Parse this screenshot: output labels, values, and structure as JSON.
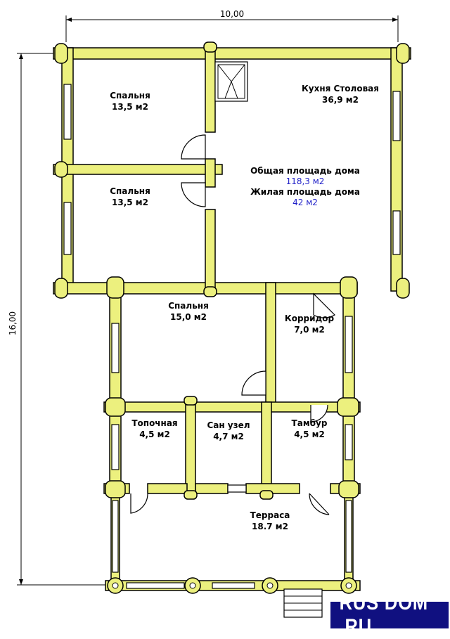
{
  "dimensions": {
    "width_label": "10,00",
    "height_label": "16,00"
  },
  "rooms": [
    {
      "id": "bedroom-1",
      "name": "Спальня",
      "area": "13,5 м2"
    },
    {
      "id": "bedroom-2",
      "name": "Спальня",
      "area": "13,5 м2"
    },
    {
      "id": "kitchen",
      "name": "Кухня Столовая",
      "area": "36,9 м2"
    },
    {
      "id": "bedroom-3",
      "name": "Спальня",
      "area": "15,0 м2"
    },
    {
      "id": "corridor",
      "name": "Корридор",
      "area": "7,0 м2"
    },
    {
      "id": "furnace",
      "name": "Топочная",
      "area": "4,5 м2"
    },
    {
      "id": "bathroom",
      "name": "Сан узел",
      "area": "4,7 м2"
    },
    {
      "id": "vestibule",
      "name": "Тамбур",
      "area": "4,5 м2"
    },
    {
      "id": "terrace",
      "name": "Терраса",
      "area": "18.7 м2"
    }
  ],
  "totals": {
    "total_label": "Общая площадь дома",
    "total_value": "118,3 м2",
    "living_label": "Жилая площадь дома",
    "living_value": "42 м2"
  },
  "logo": {
    "text": "RUS DOM .RU"
  },
  "colors": {
    "wall": "#ecf07e",
    "logo_bg": "#101080",
    "area_blue": "#2020c8"
  }
}
